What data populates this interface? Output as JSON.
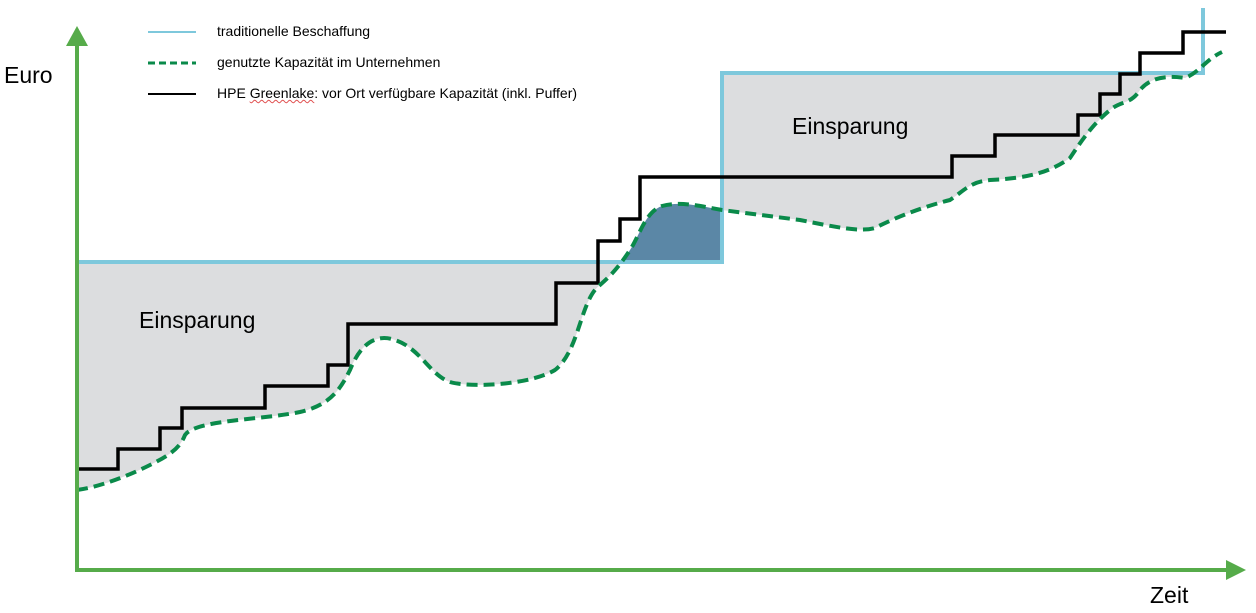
{
  "axes": {
    "y_label": "Euro",
    "x_label": "Zeit"
  },
  "legend": [
    {
      "label": "traditionelle Beschaffung",
      "color": "#7ec8dc",
      "style": "solid"
    },
    {
      "label": "genutzte Kapazität im Unternehmen",
      "color": "#0a8a4a",
      "style": "dashed"
    },
    {
      "label_prefix": "HPE ",
      "label_underlined": "Greenlake",
      "label_suffix": ": vor Ort verfügbare Kapazität (inkl. Puffer)",
      "color": "#000000",
      "style": "solid"
    }
  ],
  "annotations": {
    "left_savings": "Einsparung",
    "right_savings": "Einsparung"
  },
  "colors": {
    "axis": "#56ab4a",
    "savings_fill": "#dcdddf",
    "overrun_fill": "#5b87a6"
  }
}
